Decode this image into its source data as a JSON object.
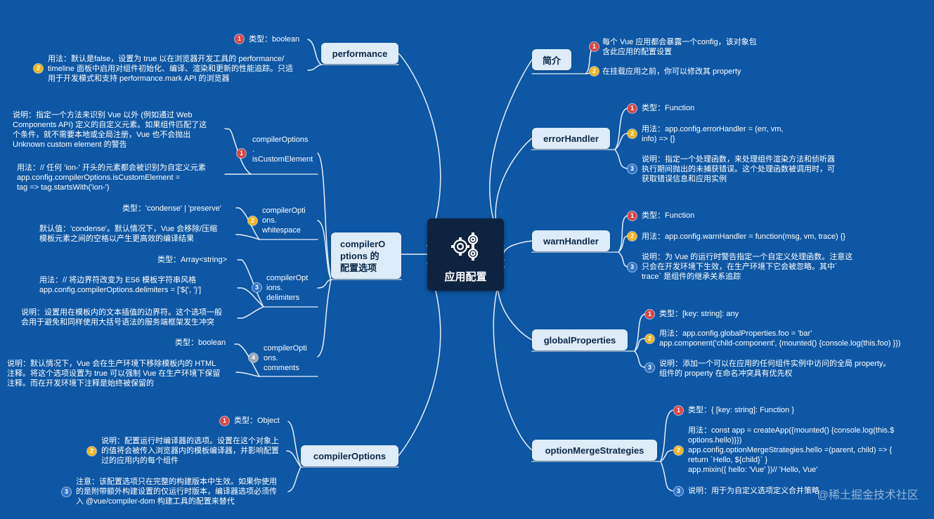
{
  "center": {
    "title": "应用配置",
    "icon": "gears-icon"
  },
  "colors": {
    "background": "#0d57a4",
    "center": "#0e2340",
    "node": "#deebf8",
    "line": "#e6eef8",
    "badge1": "#e04343",
    "badge2": "#f2b31b",
    "badge3": "#2f73c9",
    "badge4": "#9aa6b4"
  },
  "right": {
    "intro": {
      "label": "简介",
      "items": [
        "每个 Vue 应用都会暴露一个config，该对象包\n含此应用的配置设置",
        "在挂载应用之前，你可以修改其 property"
      ]
    },
    "errorHandler": {
      "label": "errorHandler",
      "items": [
        "类型：Function",
        "用法：app.config.errorHandler = (err, vm,\ninfo) => {}",
        "说明：指定一个处理函数，来处理组件渲染方法和侦听器\n执行期间抛出的未捕获错误。这个处理函数被调用时，可\n获取错误信息和应用实例"
      ]
    },
    "warnHandler": {
      "label": "warnHandler",
      "items": [
        "类型：Function",
        "用法：app.config.warnHandler = function(msg, vm, trace) {}",
        "说明：为 Vue 的运行时警告指定一个自定义处理函数。注意这\n只会在开发环境下生效，在生产环境下它会被忽略。其中`\ntrace` 是组件的继承关系追踪"
      ]
    },
    "globalProperties": {
      "label": "globalProperties",
      "items": [
        "类型：[key: string]: any",
        "用法：app.config.globalProperties.foo = 'bar'\napp.component('child-component', {mounted() {console.log(this.foo) }})",
        "说明：添加一个可以在应用的任何组件实例中访问的全局 property。\n组件的 property 在命名冲突具有优先权"
      ]
    },
    "optionMergeStrategies": {
      "label": "optionMergeStrategies",
      "items": [
        "类型：{ [key: string]: Function }",
        "用法：const app = createApp({mounted() {console.log(this.$\noptions.hello)}})\napp.config.optionMergeStrategies.hello =(parent, child) => {\nreturn `Hello, ${child}` }\napp.mixin({  hello: 'Vue' })// 'Hello, Vue'",
        "说明：用于为自定义选项定义合并策略"
      ]
    }
  },
  "left": {
    "performance": {
      "label": "performance",
      "items": [
        "类型：boolean",
        "用法：默认是false，设置为 true 以在浏览器开发工具的 performance/\ntimeline 面板中启用对组件初始化、编译、渲染和更新的性能追踪。只适\n用于开发模式和支持 performance.mark API 的浏览器"
      ]
    },
    "compilerOptionsGroup": {
      "label": "compilerO\nptions 的\n配置选项",
      "subs": [
        {
          "label": "compilerOptions\n.\nisCustomElement",
          "items": [
            "说明：指定一个方法来识别 Vue 以外 (例如通过 Web\nComponents API) 定义的自定义元素。如果组件匹配了这\n个条件，就不需要本地或全局注册，Vue 也不会抛出\nUnknown custom element 的警告",
            "用法：// 任何 'ion-' 开头的元素都会被识别为自定义元素\napp.config.compilerOptions.isCustomElement =\ntag => tag.startsWith('ion-')"
          ]
        },
        {
          "label": "compilerOpti\nons.\nwhitespace",
          "items": [
            "类型：'condense' | 'preserve'",
            "默认值：'condense'。默认情况下，Vue 会移除/压缩\n模板元素之间的空格以产生更高效的编译结果"
          ]
        },
        {
          "label": "compilerOpt\nions.\ndelimiters",
          "items": [
            "类型：Array<string>",
            "用法：// 将边界符改变为 ES6 模板字符串风格\napp.config.compilerOptions.delimiters = ['${', '}']",
            "说明：设置用在模板内的文本插值的边界符。这个选项一般\n会用于避免和同样使用大括号语法的服务端框架发生冲突"
          ]
        },
        {
          "label": "compilerOpti\nons.\ncomments",
          "items": [
            "类型：boolean",
            "说明：默认情况下，Vue 会在生产环境下移除模板内的 HTML\n注释。将这个选项设置为 true 可以强制 Vue 在生产环境下保留\n注释。而在开发环境下注释是始终被保留的"
          ]
        }
      ]
    },
    "compilerOptions": {
      "label": "compilerOptions",
      "items": [
        "类型：Object",
        "说明：配置运行时编译器的选项。设置在这个对象上\n的值将会被传入浏览器内的模板编译器，并影响配置\n过的应用内的每个组件",
        "注意：该配置选项只在完整的构建版本中生效。如果你使用\n的是附带额外构建设置的仅运行时版本，编译器选项必须传\n入 @vue/compiler-dom 构建工具的配置来替代"
      ]
    }
  },
  "badges": [
    "1",
    "2",
    "3",
    "4"
  ],
  "watermark": "@稀土掘金技术社区"
}
